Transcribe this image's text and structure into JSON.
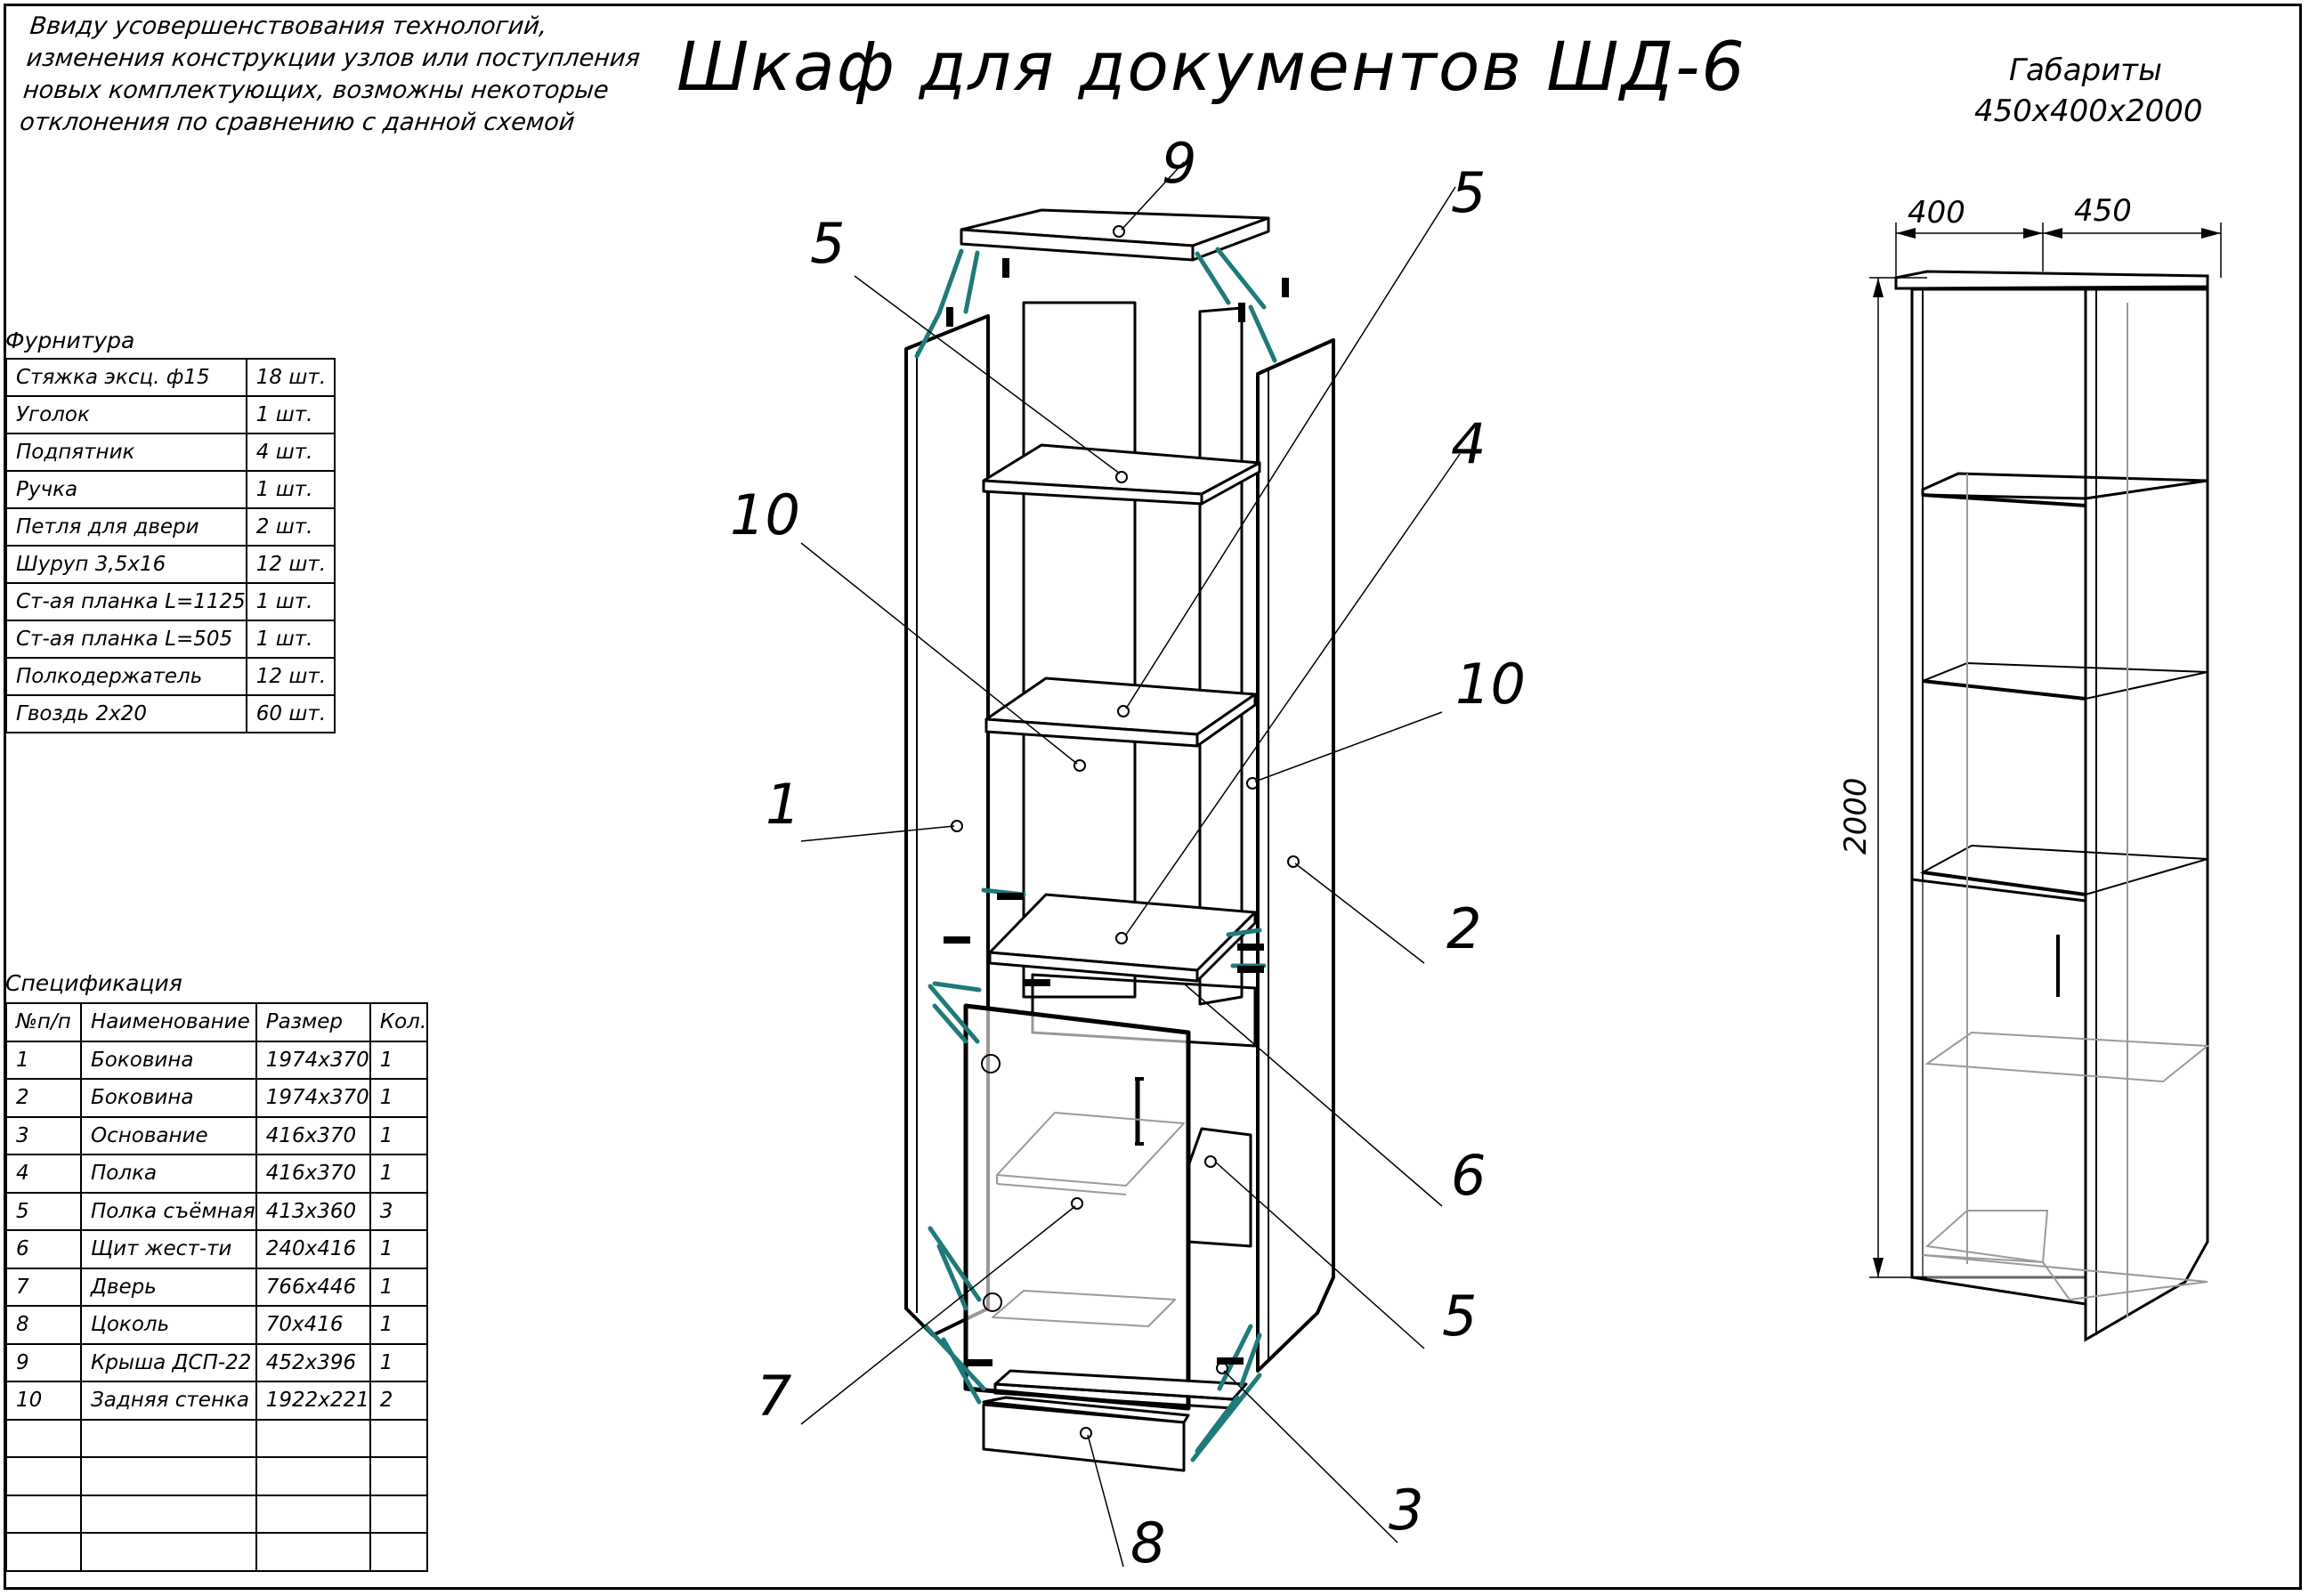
{
  "note_lines": [
    "Ввиду усовершенствования технологий,",
    "изменения конструкции узлов или поступления",
    "новых комплектующих, возможны некоторые",
    "отклонения по сравнению с данной схемой"
  ],
  "title": "Шкаф для документов ШД-6",
  "dimensions": {
    "heading": "Габариты",
    "overall": "450х400х2000",
    "depth": "400",
    "width": "450",
    "height": "2000"
  },
  "hardware": {
    "caption": "Фурнитура",
    "rows": [
      {
        "name": "Стяжка эксц. ф15",
        "qty": "18 шт."
      },
      {
        "name": "Уголок",
        "qty": "1 шт."
      },
      {
        "name": "Подпятник",
        "qty": "4 шт."
      },
      {
        "name": "Ручка",
        "qty": "1 шт."
      },
      {
        "name": "Петля для двери",
        "qty": "2 шт."
      },
      {
        "name": "Шуруп 3,5х16",
        "qty": "12 шт."
      },
      {
        "name": "Ст-ая планка L=1125",
        "qty": "1 шт."
      },
      {
        "name": "Ст-ая планка L=505",
        "qty": "1 шт."
      },
      {
        "name": "Полкодержатель",
        "qty": "12 шт."
      },
      {
        "name": "Гвоздь 2х20",
        "qty": "60 шт."
      }
    ]
  },
  "specification": {
    "caption": "Спецификация",
    "headers": [
      "№п/п",
      "Наименование",
      "Размер",
      "Кол."
    ],
    "rows": [
      [
        "1",
        "Боковина",
        "1974х370",
        "1"
      ],
      [
        "2",
        "Боковина",
        "1974х370",
        "1"
      ],
      [
        "3",
        "Основание",
        "416х370",
        "1"
      ],
      [
        "4",
        "Полка",
        "416х370",
        "1"
      ],
      [
        "5",
        "Полка съёмная",
        "413х360",
        "3"
      ],
      [
        "6",
        "Щит жест-ти",
        "240х416",
        "1"
      ],
      [
        "7",
        "Дверь",
        "766х446",
        "1"
      ],
      [
        "8",
        "Цоколь",
        "70х416",
        "1"
      ],
      [
        "9",
        "Крыша ДСП-22",
        "452х396",
        "1"
      ],
      [
        "10",
        "Задняя стенка",
        "1922х221",
        "2"
      ],
      [
        "",
        "",
        "",
        ""
      ],
      [
        "",
        "",
        "",
        ""
      ],
      [
        "",
        "",
        "",
        ""
      ],
      [
        "",
        "",
        "",
        ""
      ]
    ]
  },
  "callouts": {
    "top_roof": "9",
    "shelf_upper_left": "5",
    "shelf_upper_right": "5",
    "back_left": "10",
    "fixed_shelf": "4",
    "back_right": "10",
    "side_left": "1",
    "side_right": "2",
    "stiffener": "6",
    "shelf_lower": "5",
    "door": "7",
    "base": "3",
    "plinth": "8"
  },
  "colors": {
    "ink": "#000000",
    "connector": "#1f7a7a",
    "ghost": "#9a9a9a"
  }
}
